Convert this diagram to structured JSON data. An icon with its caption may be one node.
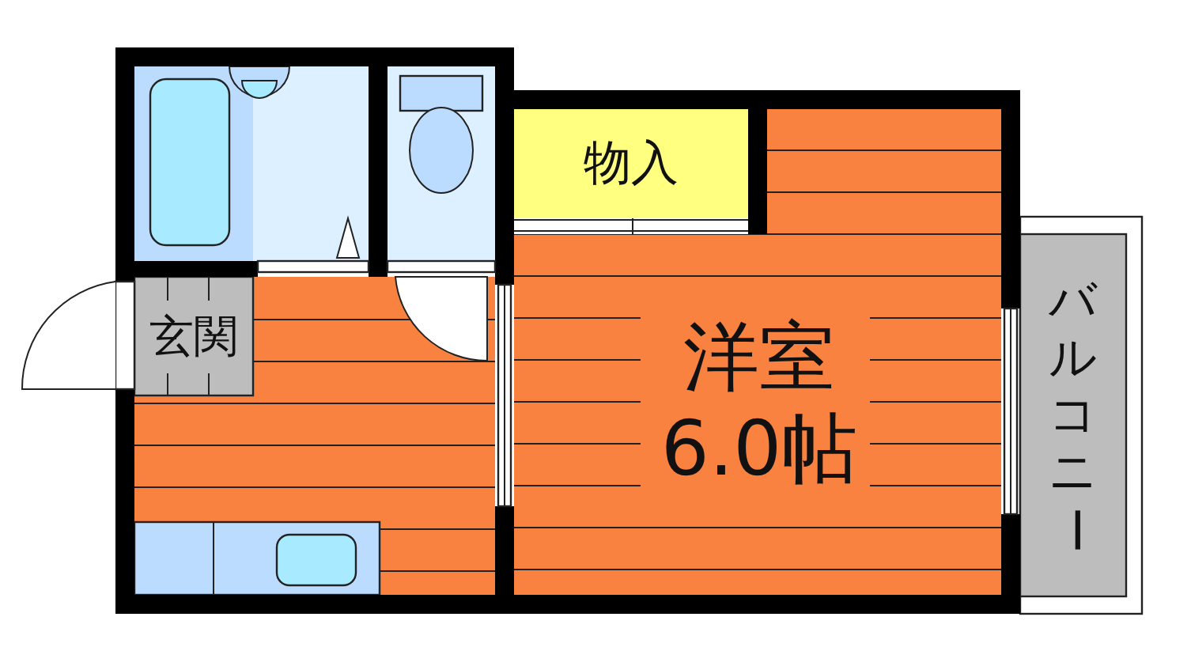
{
  "diagram": {
    "nodes": [
      {
        "text": [
          "玄関"
        ]
      },
      {
        "text": [
          "物入"
        ]
      },
      {
        "text": [
          "洋室",
          "6.0帖"
        ]
      },
      {
        "text": [
          "バルコニー"
        ]
      }
    ],
    "edges": []
  }
}
